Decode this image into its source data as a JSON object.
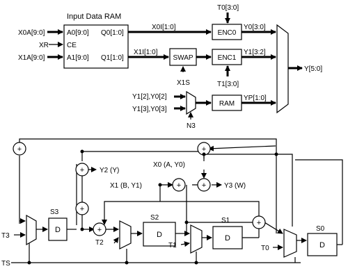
{
  "top": {
    "ram_title": "Input Data RAM",
    "inputs": {
      "x0a": "X0A[9:0]",
      "xr": "XR",
      "x1a": "X1A[9:0]"
    },
    "ram_ports": {
      "a0": "A0[9:0]",
      "ce": "CE",
      "a1": "A1[9:0]",
      "q0": "Q0[1:0]",
      "q1": "Q1[1:0]"
    },
    "signals": {
      "x0i": "X0I[1:0]",
      "x1i": "X1I[1:0]",
      "t0": "T0[3:0]",
      "t1": "T1[3:0]",
      "x1s": "X1S",
      "y0": "Y0[3:0]",
      "y1": "Y1[3:2]",
      "yp": "YP[1:0]",
      "y_out": "Y[5:0]",
      "n3": "N3",
      "mux_in_a": "Y1[2],Y0[2]",
      "mux_in_b": "Y1[3],Y0[3]"
    },
    "blocks": {
      "swap": "SWAP",
      "enc0": "ENC0",
      "enc1": "ENC1",
      "ram": "RAM"
    }
  },
  "bottom": {
    "regs": {
      "s3": "S3",
      "s2": "S2",
      "s1": "S1",
      "s0": "S0",
      "d": "D"
    },
    "plus": "+",
    "labels": {
      "x0": "X0 (A, Y0)",
      "x1": "X1 (B, Y1)",
      "y2": "Y2 (Y)",
      "y3": "Y3 (W)",
      "t3": "T3",
      "t2": "T2",
      "t1": "T1",
      "t0": "T0",
      "ts": "TS"
    }
  }
}
